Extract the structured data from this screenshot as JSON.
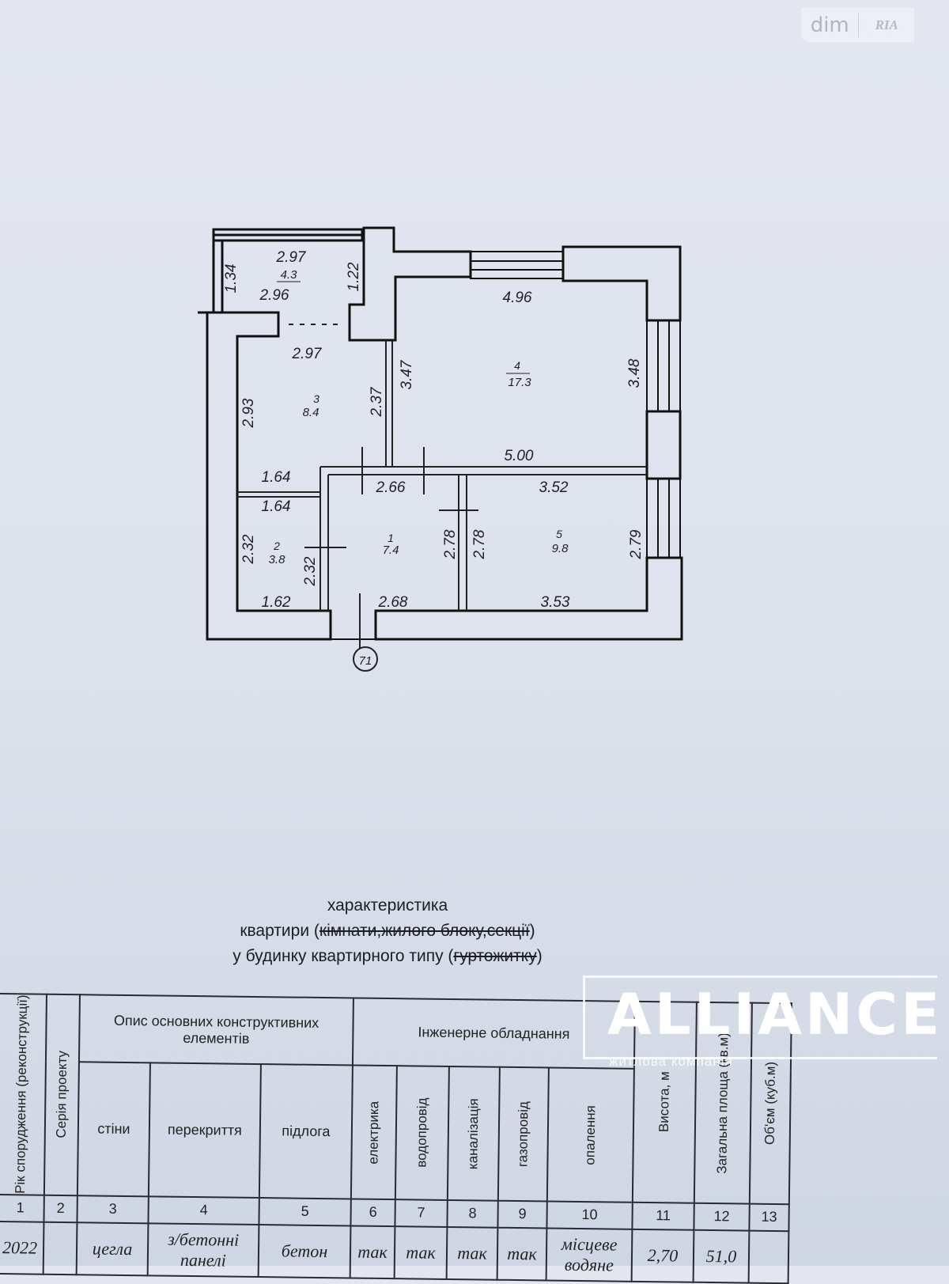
{
  "watermark_logo": {
    "dim": "dim",
    "ria": "RIA"
  },
  "plan": {
    "axis_marker": "71",
    "rooms": [
      {
        "number": "1",
        "area": "7.4"
      },
      {
        "number": "2",
        "area": "3.8"
      },
      {
        "number": "3",
        "area": "8.4"
      },
      {
        "number": "4",
        "area": "17.3"
      },
      {
        "number": "5",
        "area": "9.8"
      },
      {
        "number": "",
        "area": "4.3"
      }
    ],
    "dims": {
      "balcony_top": "2.97",
      "balcony_bottom": "2.96",
      "balcony_left": "1.34",
      "balcony_right": "1.22",
      "r3_top": "2.97",
      "r3_left": "2.93",
      "r3_right": "2.37",
      "r3_bottom": "1.64",
      "r4_top": "4.96",
      "r4_left": "3.47",
      "r4_right": "3.48",
      "r4_bottom": "5.00",
      "r2_top": "1.64",
      "r2_left": "2.32",
      "r2_right": "2.32",
      "r2_bottom": "1.62",
      "r1_top": "2.66",
      "r1_right": "2.78",
      "r1_bottom": "2.68",
      "r5_top": "3.52",
      "r5_left": "2.78",
      "r5_right": "2.79",
      "r5_bottom": "3.53"
    }
  },
  "heading": {
    "line1": "характеристика",
    "line2_a": "квартири (",
    "line2_struck": "кімнати,жилого блоку,секції",
    "line2_b": ")",
    "line3_a": "у будинку квартирного типу (",
    "line3_struck": "гуртожитку",
    "line3_b": ")"
  },
  "table": {
    "group_construct": "Опис основних конструктивних елементів",
    "group_engineering": "Інженерне обладнання",
    "headers": [
      "Рік спорудження (реконструкції)",
      "Серія проекту",
      "стіни",
      "перекриття",
      "підлога",
      "електрика",
      "водопровід",
      "каналізація",
      "газопровід",
      "опалення",
      "Висота, м",
      "Загальна площа (кв.м)",
      "Об'єм (куб.м)"
    ],
    "numbers": [
      "1",
      "2",
      "3",
      "4",
      "5",
      "6",
      "7",
      "8",
      "9",
      "10",
      "11",
      "12",
      "13"
    ],
    "row": [
      "2022",
      "",
      "цегла",
      "з/бетонні панелі",
      "бетон",
      "так",
      "так",
      "так",
      "так",
      "місцеве водяне",
      "2,70",
      "51,0",
      ""
    ]
  },
  "alliance": {
    "name": "ALLIANCE",
    "tagline": "житлова компанія"
  }
}
